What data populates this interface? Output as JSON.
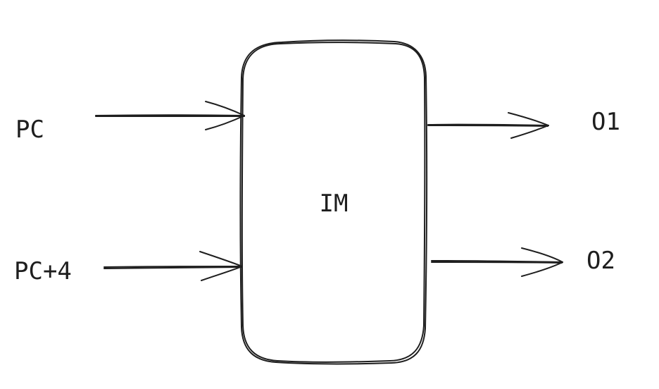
{
  "diagram": {
    "block_label": "IM",
    "inputs": [
      {
        "label": "PC"
      },
      {
        "label": "PC+4"
      }
    ],
    "outputs": [
      {
        "label": "O1"
      },
      {
        "label": "O2"
      }
    ]
  },
  "colors": {
    "stroke": "#1e1e1e",
    "background": "#ffffff"
  }
}
